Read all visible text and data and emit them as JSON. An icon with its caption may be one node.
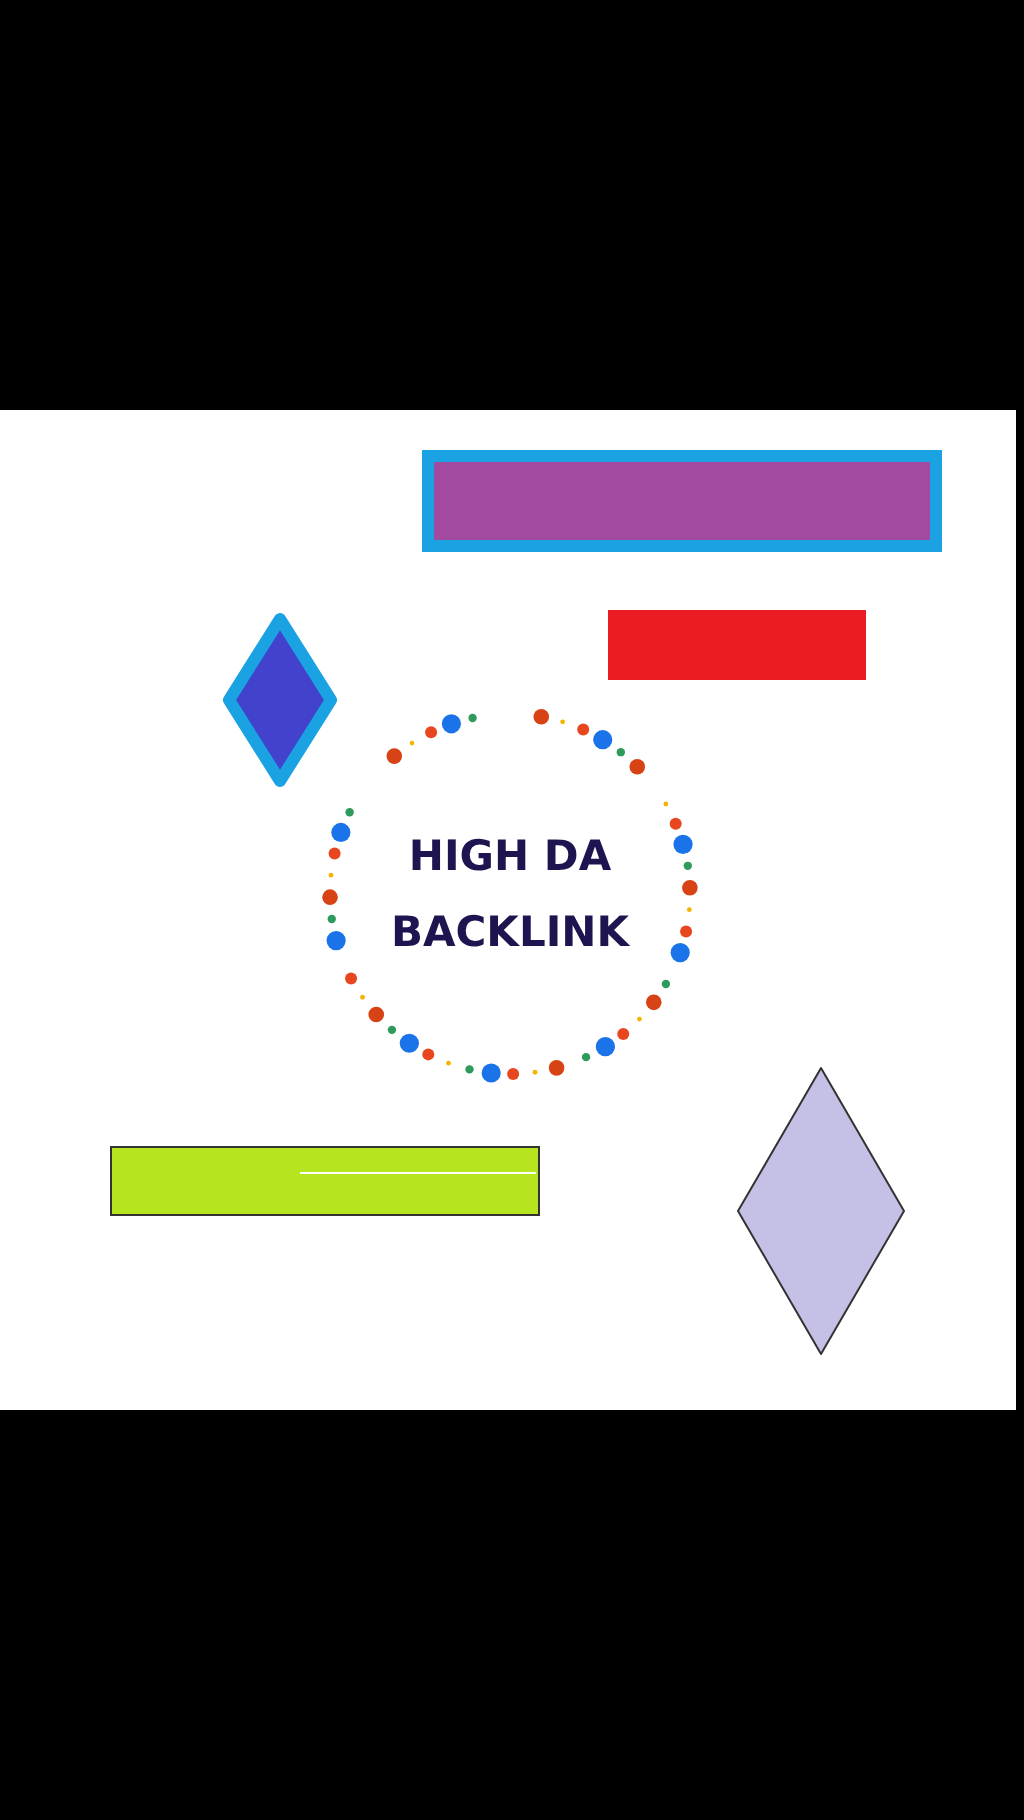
{
  "diagram": {
    "nodes": [
      {
        "text": [],
        "shape": "bar"
      },
      {
        "text": [],
        "shape": "diamond"
      },
      {
        "text": [],
        "shape": "bar"
      },
      {
        "text": [
          "HIGH DA BACKLINK"
        ]
      },
      {
        "text": [],
        "shape": "bar"
      },
      {
        "text": [],
        "shape": "diamond"
      }
    ]
  }
}
